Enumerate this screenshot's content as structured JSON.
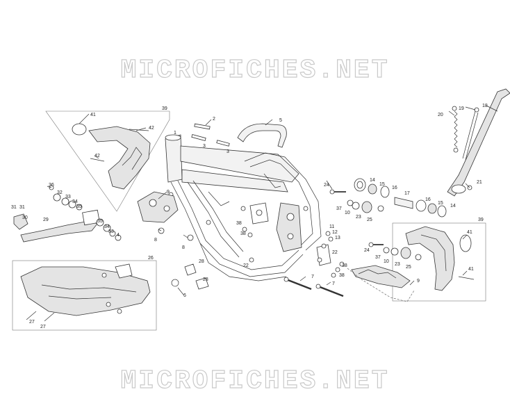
{
  "watermark": {
    "top": "MICROFICHES.NET",
    "bottom": "MICROFICHES.NET"
  },
  "colors": {
    "line": "#333333",
    "watermark": "#c9c9c9",
    "background": "#ffffff"
  },
  "diagram": {
    "boxes": [
      {
        "id": "box-39-left",
        "label": "39"
      },
      {
        "id": "box-26",
        "label": "26"
      },
      {
        "id": "box-39-right",
        "label": "39"
      }
    ],
    "callouts": [
      "41",
      "42",
      "42",
      "39",
      "2",
      "3",
      "3",
      "5",
      "1",
      "18",
      "19",
      "20",
      "21",
      "36",
      "32",
      "33",
      "34",
      "35",
      "31",
      "31",
      "30",
      "29",
      "35",
      "34",
      "33",
      "4",
      "9",
      "8",
      "8",
      "38",
      "38",
      "22",
      "22",
      "11",
      "12",
      "13",
      "24",
      "37",
      "10",
      "23",
      "25",
      "14",
      "15",
      "16",
      "17",
      "16",
      "15",
      "14",
      "41",
      "41",
      "39",
      "24",
      "37",
      "10",
      "23",
      "25",
      "26",
      "28",
      "28",
      "6",
      "7",
      "7",
      "38",
      "38",
      "9",
      "27",
      "27"
    ]
  }
}
